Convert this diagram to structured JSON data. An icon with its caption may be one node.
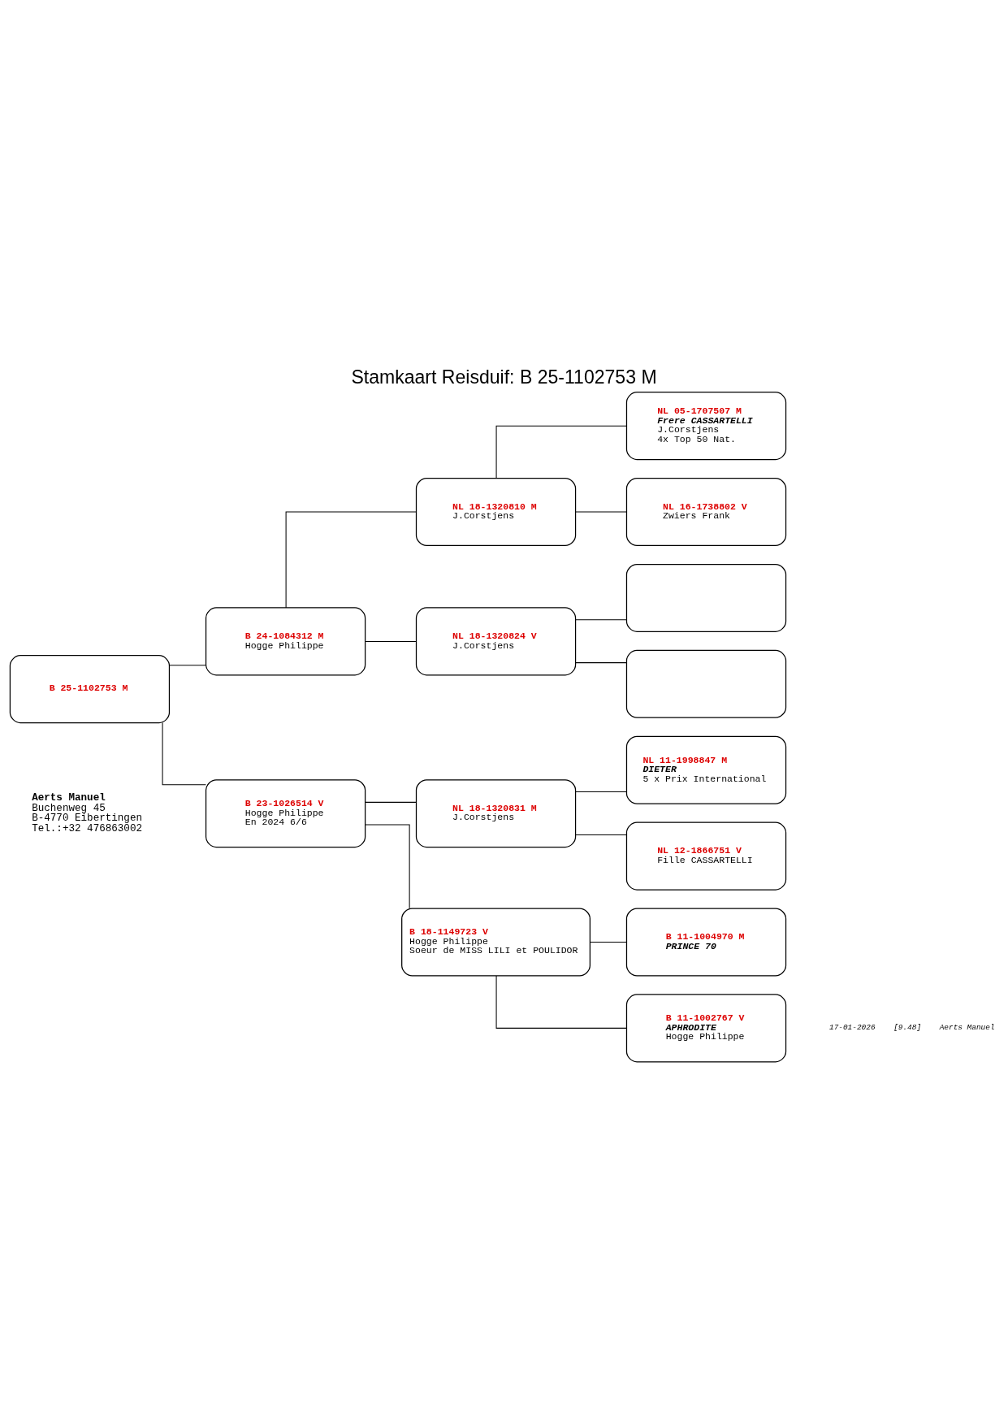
{
  "diagram": {
    "title": "Stamkaart Reisduif: B 25-1102753 M",
    "nodes": [
      {
        "text": [
          "B 25-1102753 M"
        ]
      },
      {
        "text": [
          "B 24-1084312 M",
          "Hogge Philippe"
        ]
      },
      {
        "text": [
          "NL 18-1320810 M",
          "J.Corstjens"
        ]
      },
      {
        "text": [
          "NL 05-1707507 M",
          "Frere CASSARTELLI",
          "J.Corstjens",
          "4x Top 50 Nat."
        ]
      },
      {
        "text": [
          "NL 16-1738802 V",
          "Zwiers Frank"
        ]
      },
      {
        "text": [
          "NL 18-1320824 V",
          "J.Corstjens"
        ]
      },
      {
        "text": [],
        "shape": "box"
      },
      {
        "text": [],
        "shape": "box"
      },
      {
        "text": [
          "B 23-1026514 V",
          "Hogge Philippe",
          "En 2024 6/6"
        ]
      },
      {
        "text": [
          "NL 18-1320831 M",
          "J.Corstjens"
        ]
      },
      {
        "text": [
          "NL 11-1998847 M",
          "DIETER",
          "5 x Prix International"
        ]
      },
      {
        "text": [
          "NL 12-1866751 V",
          "Fille CASSARTELLI"
        ]
      },
      {
        "text": [
          "B 18-1149723 V",
          "Hogge Philippe",
          "Soeur de MISS LILI et POULIDOR"
        ]
      },
      {
        "text": [
          "B 11-1004970 M",
          "PRINCE 70"
        ]
      },
      {
        "text": [
          "B 11-1002767 V",
          "APHRODITE",
          "Hogge Philippe"
        ]
      }
    ],
    "edges": [
      {
        "from": 0,
        "to": 1,
        "arrow": "none"
      },
      {
        "from": 0,
        "to": 8,
        "arrow": "none"
      },
      {
        "from": 1,
        "to": 2,
        "arrow": "none"
      },
      {
        "from": 1,
        "to": 5,
        "arrow": "none"
      },
      {
        "from": 2,
        "to": 3,
        "arrow": "none"
      },
      {
        "from": 2,
        "to": 4,
        "arrow": "none"
      },
      {
        "from": 5,
        "to": 6,
        "arrow": "none"
      },
      {
        "from": 5,
        "to": 7,
        "arrow": "none"
      },
      {
        "from": 8,
        "to": 9,
        "arrow": "none"
      },
      {
        "from": 8,
        "to": 12,
        "arrow": "none"
      },
      {
        "from": 9,
        "to": 10,
        "arrow": "none"
      },
      {
        "from": 9,
        "to": 11,
        "arrow": "none"
      },
      {
        "from": 12,
        "to": 13,
        "arrow": "none"
      },
      {
        "from": 12,
        "to": 14,
        "arrow": "none"
      }
    ],
    "labels": [
      "Aerts Manuel",
      "Buchenweg 45",
      "B-4770 Eibertingen",
      "Tel.:+32 476863002",
      "17-01-2026",
      "[9.48]",
      "Aerts Manuel"
    ]
  }
}
